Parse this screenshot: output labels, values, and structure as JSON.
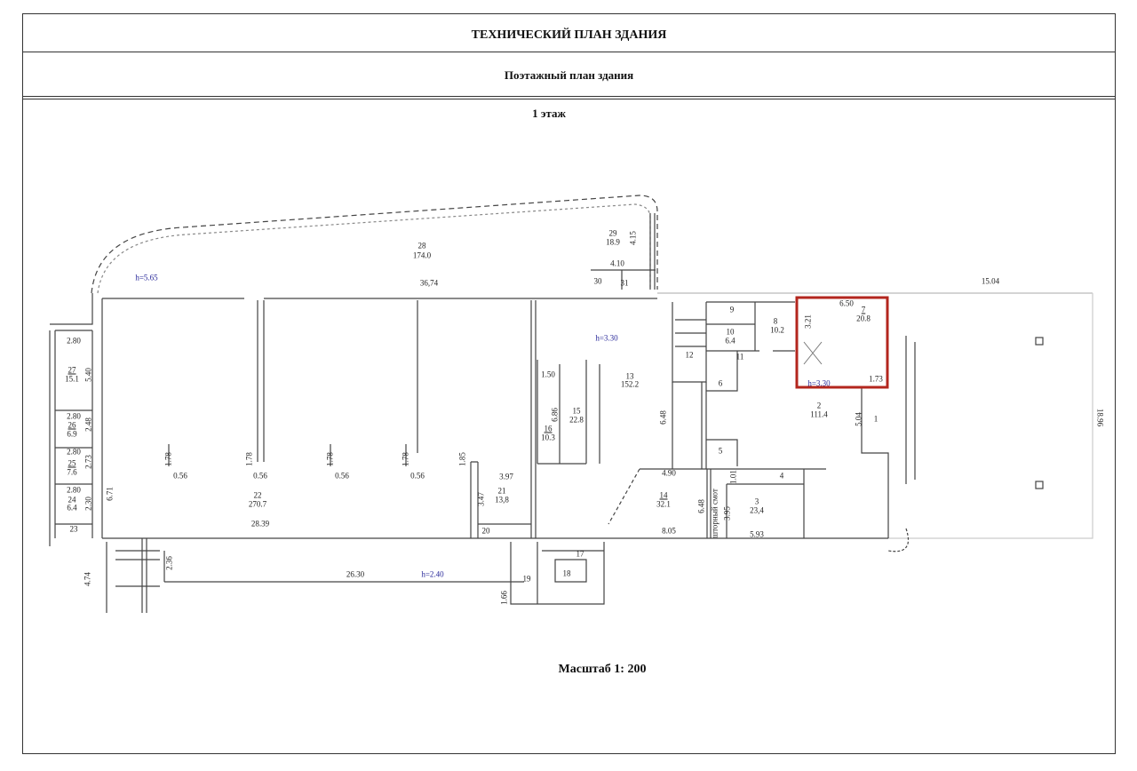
{
  "header": {
    "title": "ТЕХНИЧЕСКИЙ ПЛАН ЗДАНИЯ",
    "subtitle": "Поэтажный план здания",
    "floor": "1 этаж",
    "scale": "Масштаб 1: 200"
  },
  "colors": {
    "highlight": "#b3261e",
    "height_mark": "#2a2a9a"
  },
  "labels": [
    "28",
    "174.0",
    "29",
    "18.9",
    "4.15",
    "4.10",
    "30",
    "31",
    "h=5.65",
    "36,74",
    "15.04",
    "2.80",
    "27",
    "15.1",
    "5.40",
    "2.80",
    "26",
    "6.9",
    "2.48",
    "2.80",
    "25",
    "7.6",
    "2.73",
    "2.80",
    "24",
    "6.4",
    "2.30",
    "23",
    "6.71",
    "1.78",
    "0.56",
    "1.78",
    "0.56",
    "1.78",
    "0.56",
    "1.78",
    "0.56",
    "1.85",
    "22",
    "270.7",
    "3.97",
    "21",
    "13,8",
    "3.47",
    "28.39",
    "20",
    "2.36",
    "4.74",
    "26.30",
    "h=2.40",
    "19",
    "1.66",
    "17",
    "18",
    "h=3.30",
    "9",
    "8",
    "10.2",
    "10",
    "6.4",
    "12",
    "11",
    "6.50",
    "7",
    "20.8",
    "3.21",
    "h=3.30",
    "1.73",
    "1.50",
    "13",
    "152.2",
    "6",
    "2",
    "111.4",
    "5.04",
    "1",
    "18.96",
    "15",
    "22.8",
    "6.86",
    "16",
    "10.3",
    "6.48",
    "5",
    "4.90",
    "1.01",
    "4",
    "14",
    "32.1",
    "6.48",
    "шторный смот",
    "3.95",
    "3",
    "23,4",
    "8.05",
    "5.93"
  ]
}
